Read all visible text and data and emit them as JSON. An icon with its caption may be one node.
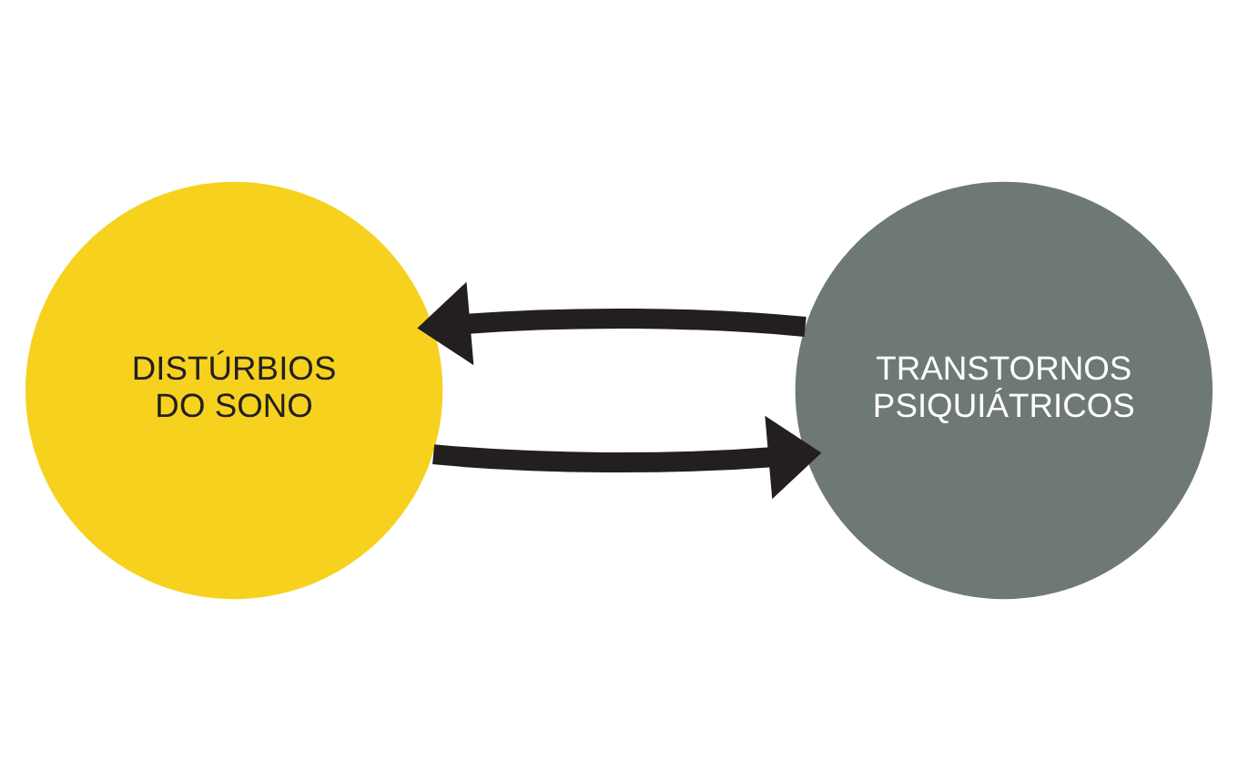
{
  "diagram": {
    "nodes": [
      {
        "text": [
          "DISTÚRBIOS DO SONO"
        ]
      },
      {
        "text": [
          "TRANSTORNOS PSIQUIÁTRICOS"
        ]
      }
    ],
    "edges": [
      {
        "from": 0,
        "to": 1,
        "arrow": "to"
      },
      {
        "from": 1,
        "to": 0,
        "arrow": "to"
      }
    ]
  }
}
